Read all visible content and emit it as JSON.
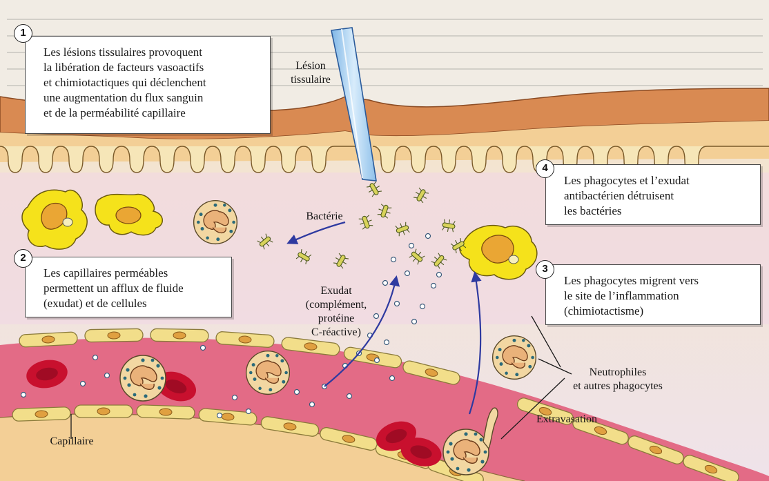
{
  "steps": [
    {
      "num": "1",
      "lines": [
        "Les lésions tissulaires provoquent",
        "la libération de facteurs vasoactifs",
        "et chimiotactiques qui déclenchent",
        "une augmentation du flux sanguin",
        "et de la perméabilité capillaire"
      ]
    },
    {
      "num": "2",
      "lines": [
        "Les capillaires perméables",
        "permettent un afflux de fluide",
        "(exudat) et de cellules"
      ]
    },
    {
      "num": "3",
      "lines": [
        "Les phagocytes migrent vers",
        "le site de l’inflammation",
        "(chimiotactisme)"
      ]
    },
    {
      "num": "4",
      "lines": [
        "Les phagocytes et l’exudat",
        "antibactérien détruisent",
        "les bactéries"
      ]
    }
  ],
  "labels": {
    "lesion": [
      "Lésion",
      "tissulaire"
    ],
    "bacterie": "Bactérie",
    "exudat": [
      "Exudat",
      "(complément,",
      "protéine",
      "C-réactive)"
    ],
    "neutrophiles": [
      "Neutrophiles",
      "et autres phagocytes"
    ],
    "extravasation": "Extravasation",
    "capillaire": "Capillaire"
  },
  "colors": {
    "skin": "#d98a52",
    "tissue": "#f4d9a8",
    "vessel": "#e36b86",
    "endothelium": "#f2de8a",
    "phagocyte": "#f5e21b",
    "rbc": "#c8102e",
    "neutrophil": "#f2d7a2"
  }
}
